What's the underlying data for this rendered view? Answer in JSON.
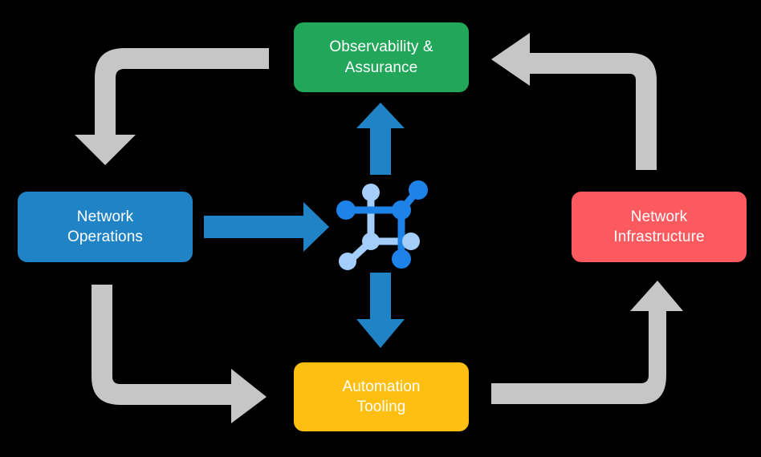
{
  "diagram": {
    "title": "Network automation lifecycle diagram",
    "background_color": "#000000",
    "nodes": [
      {
        "id": "observability",
        "label": "Observability &\nAssurance",
        "color": "#22a75a",
        "text_color": "#ffffff",
        "position": "top"
      },
      {
        "id": "network-operations",
        "label": "Network\nOperations",
        "color": "#1f83c6",
        "text_color": "#ffffff",
        "position": "left"
      },
      {
        "id": "network-infrastructure",
        "label": "Network\nInfrastructure",
        "color": "#fd5a5f",
        "text_color": "#ffffff",
        "position": "right"
      },
      {
        "id": "automation-tooling",
        "label": "Automation\nTooling",
        "color": "#ffbf10",
        "text_color": "#ffffff",
        "position": "bottom"
      }
    ],
    "center_icon": {
      "name": "network-topology-icon",
      "dark_color": "#1d83e8",
      "light_color": "#a3cdfb"
    },
    "connectors": {
      "blue_color": "#1f83c6",
      "gray_color": "#c6c6c6",
      "blue_arrows": [
        {
          "id": "center-to-observability",
          "direction": "up"
        },
        {
          "id": "network-operations-to-center",
          "direction": "right"
        },
        {
          "id": "center-to-automation-tooling",
          "direction": "down"
        }
      ],
      "gray_arrows": [
        {
          "id": "observability-to-network-operations",
          "direction": "down"
        },
        {
          "id": "network-infrastructure-to-observability",
          "direction": "left"
        },
        {
          "id": "network-operations-to-automation-tooling",
          "direction": "right"
        },
        {
          "id": "automation-tooling-to-network-infrastructure",
          "direction": "up"
        }
      ]
    }
  }
}
